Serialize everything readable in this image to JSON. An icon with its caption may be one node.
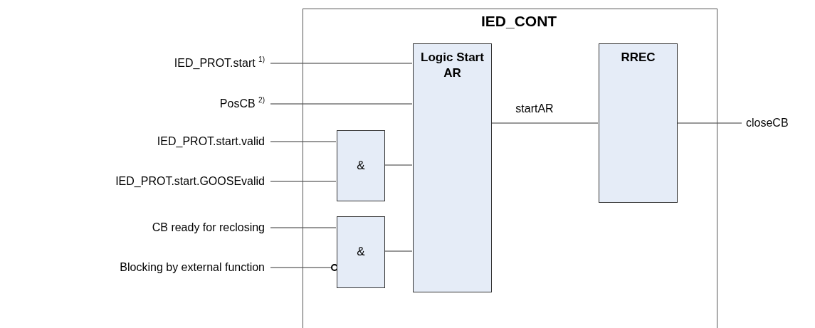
{
  "diagram": {
    "nodes": [
      {
        "text": [
          "IED_CONT"
        ]
      },
      {
        "text": [
          "Logic Start AR"
        ],
        "in": 0
      },
      {
        "text": [
          "RREC"
        ],
        "in": 0
      },
      {
        "text": [
          "&"
        ],
        "in": 0
      },
      {
        "text": [
          "&"
        ],
        "in": 0
      },
      {
        "text": [
          "IED_PROT.start $^{1)}$"
        ]
      },
      {
        "text": [
          "PosCB $^{2)}$"
        ]
      },
      {
        "text": [
          "IED_PROT.start.valid"
        ]
      },
      {
        "text": [
          "IED_PROT.start.GOOSEvalid"
        ]
      },
      {
        "text": [
          "CB ready for reclosing"
        ]
      },
      {
        "text": [
          "Blocking by external function"
        ]
      },
      {
        "text": [
          "closeCB"
        ]
      }
    ],
    "edges": [
      {
        "from": 5,
        "to": 1,
        "arrow": "none"
      },
      {
        "from": 6,
        "to": 1,
        "arrow": "none"
      },
      {
        "from": 7,
        "to": 3,
        "arrow": "none"
      },
      {
        "from": 8,
        "to": 3,
        "arrow": "none"
      },
      {
        "from": 3,
        "to": 1,
        "arrow": "none"
      },
      {
        "from": 9,
        "to": 4,
        "arrow": "none"
      },
      {
        "from": 10,
        "to": 4,
        "arrow": "other"
      },
      {
        "from": 4,
        "to": 1,
        "arrow": "none"
      },
      {
        "from": 1,
        "to": 2,
        "arrow": "none",
        "label": "startAR"
      },
      {
        "from": 2,
        "to": 11,
        "arrow": "none"
      }
    ]
  }
}
